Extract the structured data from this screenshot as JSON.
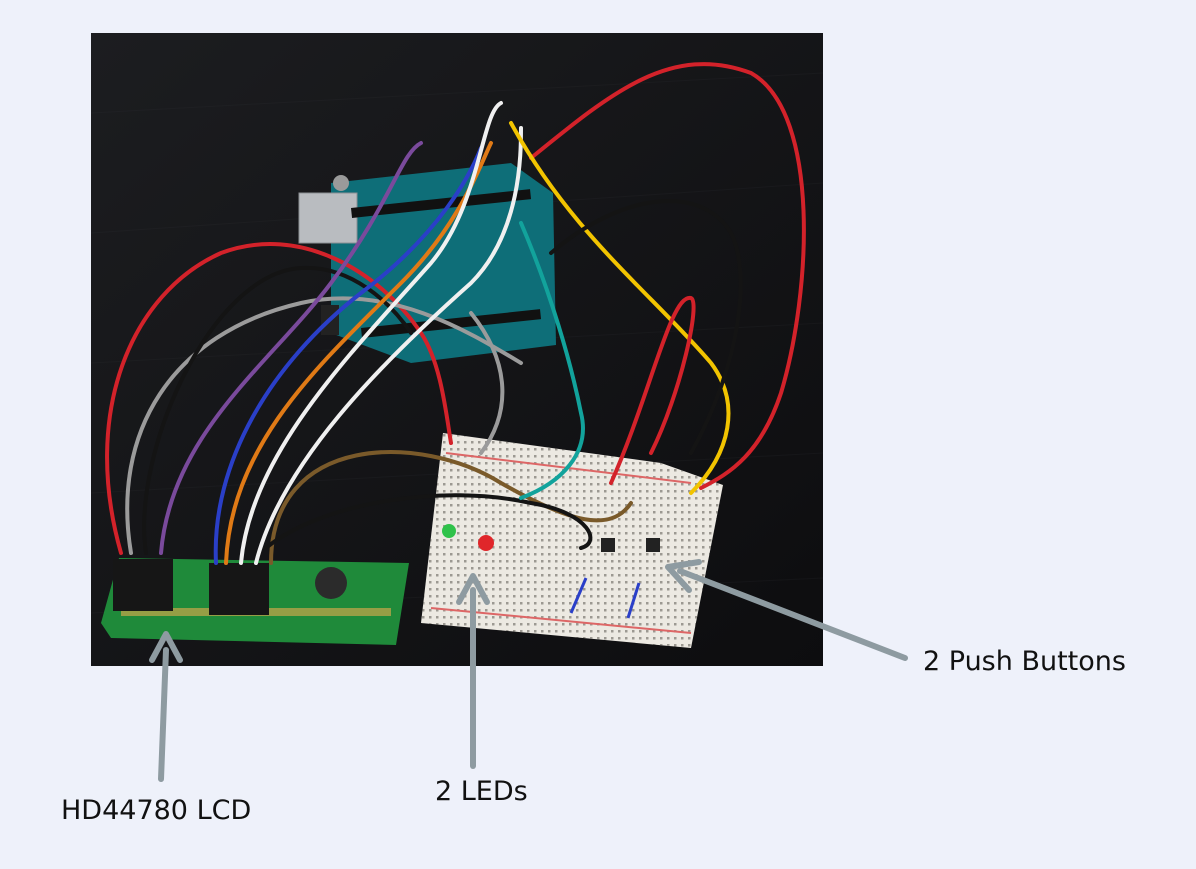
{
  "labels": {
    "lcd": "HD44780 LCD",
    "leds": "2 LEDs",
    "buttons": "2 Push Buttons"
  },
  "colors": {
    "background": "#eef1fa",
    "arrow": "#8e9ba1",
    "tabletop": "#141416",
    "arduino_board": "#0e6e78",
    "lcd_pcb": "#1f8a3a",
    "breadboard": "#ece9e2"
  },
  "icons": {
    "arrow": "arrow-pointer-icon"
  }
}
